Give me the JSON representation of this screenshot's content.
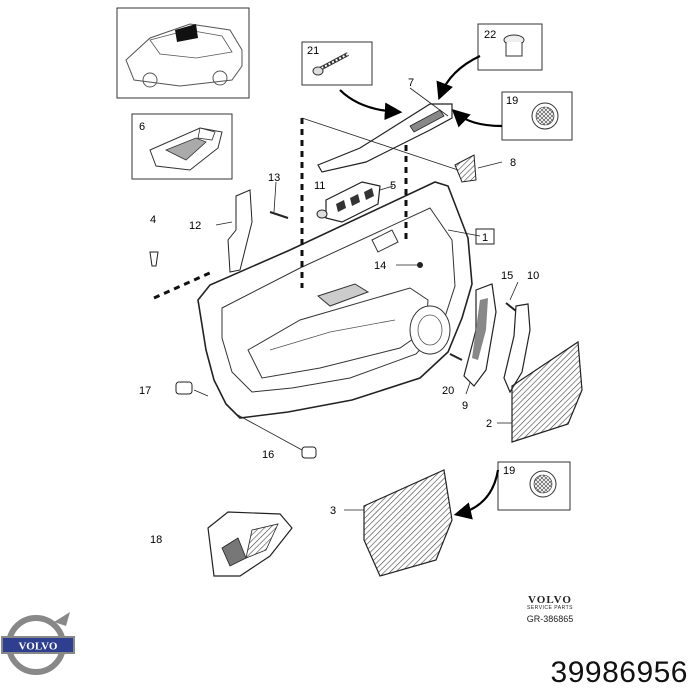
{
  "diagram": {
    "callouts": [
      "1",
      "2",
      "3",
      "4",
      "5",
      "6",
      "7",
      "8",
      "9",
      "10",
      "11",
      "12",
      "13",
      "14",
      "15",
      "16",
      "17",
      "18",
      "19",
      "19",
      "20",
      "21",
      "22"
    ],
    "stamp_brand": "VOLVO",
    "stamp_sub": "SERVICE PARTS",
    "drawing_ref": "GR-386865",
    "part_number": "39986956",
    "logo_text": "VOLVO"
  },
  "colors": {
    "line": "#222222",
    "fill": "#ffffff",
    "hatch": "#555555",
    "logo_blue": "#2f3f8f"
  }
}
